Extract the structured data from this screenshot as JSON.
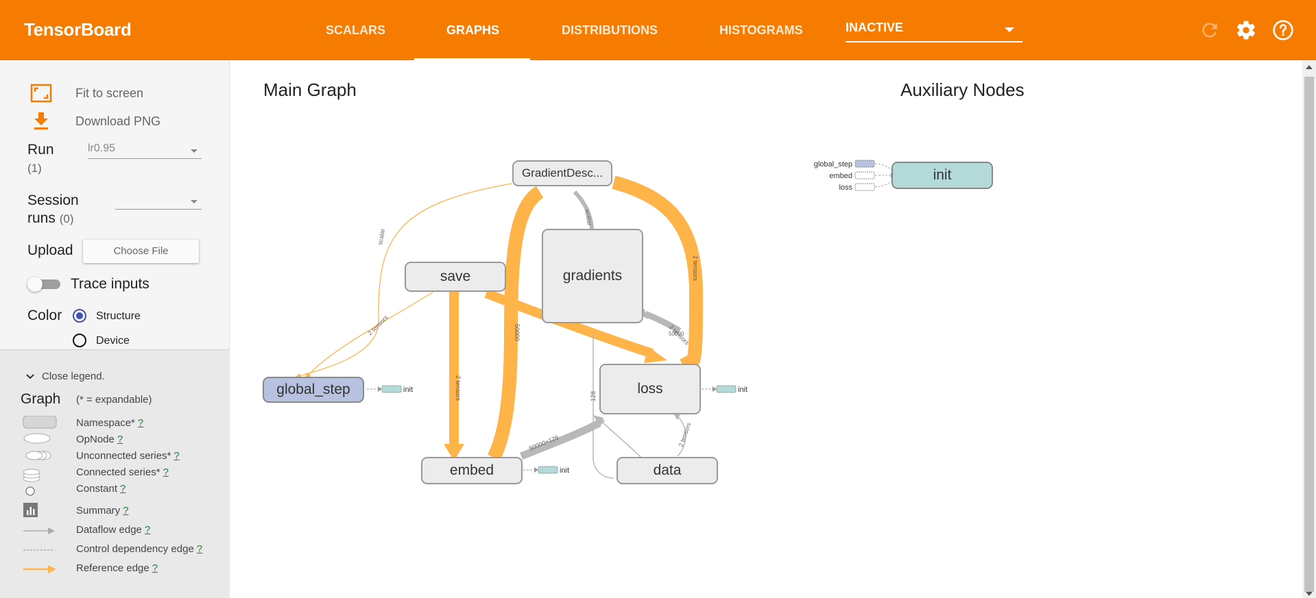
{
  "header": {
    "brand": "TensorBoard",
    "tabs": [
      "SCALARS",
      "GRAPHS",
      "DISTRIBUTIONS",
      "HISTOGRAMS"
    ],
    "active_tab": "GRAPHS",
    "inactive_select": "INACTIVE",
    "icons": [
      "refresh-icon",
      "settings-gear-icon",
      "help-icon"
    ]
  },
  "sidebar": {
    "fit_to_screen": "Fit to screen",
    "download_png": "Download PNG",
    "run_label": "Run",
    "run_count": "(1)",
    "run_value": "lr0.95",
    "session_label_1": "Session",
    "session_label_2": "runs",
    "session_count": "(0)",
    "session_value": "",
    "upload_label": "Upload",
    "choose_file": "Choose File",
    "trace_inputs": "Trace inputs",
    "color_label": "Color",
    "color_options": [
      "Structure",
      "Device"
    ],
    "color_selected": "Structure"
  },
  "legend": {
    "close": "Close legend.",
    "graph_label": "Graph",
    "expandable_note": "(* = expandable)",
    "items": [
      {
        "label": "Namespace*",
        "q": "?"
      },
      {
        "label": "OpNode",
        "q": "?"
      },
      {
        "label": "Unconnected series*",
        "q": "?"
      },
      {
        "label": "Connected series*",
        "q": "?"
      },
      {
        "label": "Constant",
        "q": "?"
      },
      {
        "label": "Summary",
        "q": "?"
      },
      {
        "label": "Dataflow edge",
        "q": "?"
      },
      {
        "label": "Control dependency edge",
        "q": "?"
      },
      {
        "label": "Reference edge",
        "q": "?"
      }
    ]
  },
  "main": {
    "main_graph_title": "Main Graph",
    "aux_title": "Auxiliary Nodes",
    "nodes": {
      "gradient_desc": "GradientDesc...",
      "save": "save",
      "gradients": "gradients",
      "global_step": "global_step",
      "loss": "loss",
      "embed": "embed",
      "data": "data",
      "init": "init"
    },
    "init_stub": "init",
    "aux_inputs": [
      "global_step",
      "embed",
      "loss"
    ],
    "edge_labels": [
      "scalar",
      "2 tensors",
      "2 tensors",
      "50000",
      "50000×128",
      "128",
      "2 tensors",
      "2 tensors",
      "scalar",
      "2 tensors",
      "50000"
    ]
  },
  "colors": {
    "header": "#f57c00",
    "reference_edge": "#ffb44a",
    "dataflow_edge": "#b8b8b8",
    "global_step_node": "#b7c1e0",
    "init_node": "#b3d9d9",
    "radio_selected": "#3f51b5"
  }
}
